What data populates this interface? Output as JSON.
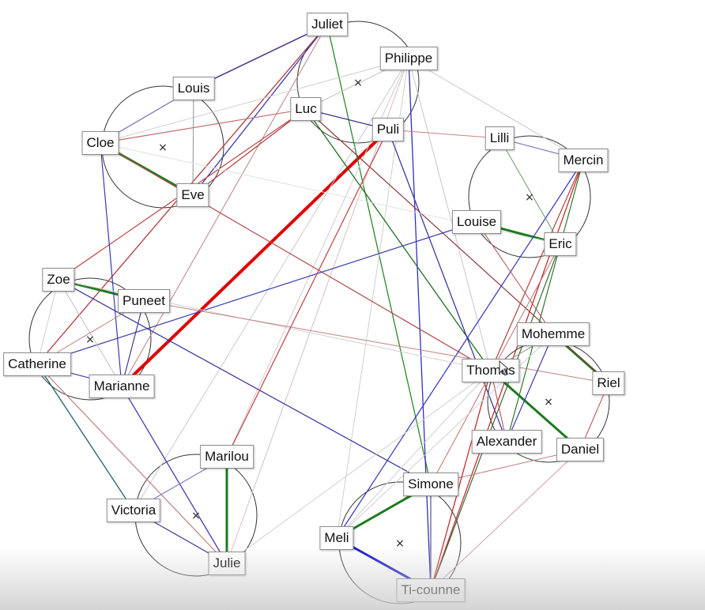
{
  "graph": {
    "nodes": [
      {
        "id": "Juliet",
        "label": "Juliet",
        "cluster": "c1"
      },
      {
        "id": "Philippe",
        "label": "Philippe",
        "cluster": "c1"
      },
      {
        "id": "Luc",
        "label": "Luc",
        "cluster": "c1"
      },
      {
        "id": "Puli",
        "label": "Puli",
        "cluster": "c1"
      },
      {
        "id": "Louis",
        "label": "Louis",
        "cluster": "c2"
      },
      {
        "id": "Cloe",
        "label": "Cloe",
        "cluster": "c2"
      },
      {
        "id": "Eve",
        "label": "Eve",
        "cluster": "c2"
      },
      {
        "id": "Lilli",
        "label": "Lilli",
        "cluster": "c3"
      },
      {
        "id": "Mercin",
        "label": "Mercin",
        "cluster": "c3"
      },
      {
        "id": "Louise",
        "label": "Louise",
        "cluster": "c3"
      },
      {
        "id": "Eric",
        "label": "Eric",
        "cluster": "c3"
      },
      {
        "id": "Zoe",
        "label": "Zoe",
        "cluster": "c4"
      },
      {
        "id": "Puneet",
        "label": "Puneet",
        "cluster": "c4"
      },
      {
        "id": "Catherine",
        "label": "Catherine",
        "cluster": "c4"
      },
      {
        "id": "Marianne",
        "label": "Marianne",
        "cluster": "c4"
      },
      {
        "id": "Mohemme",
        "label": "Mohemme",
        "cluster": "c5"
      },
      {
        "id": "Thomas",
        "label": "Thomas",
        "cluster": "c5"
      },
      {
        "id": "Riel",
        "label": "Riel",
        "cluster": "c5"
      },
      {
        "id": "Alexander",
        "label": "Alexander",
        "cluster": "c5"
      },
      {
        "id": "Daniel",
        "label": "Daniel",
        "cluster": "c5"
      },
      {
        "id": "Marilou",
        "label": "Marilou",
        "cluster": "c6"
      },
      {
        "id": "Victoria",
        "label": "Victoria",
        "cluster": "c6"
      },
      {
        "id": "Julie",
        "label": "Julie",
        "cluster": "c6"
      },
      {
        "id": "Simone",
        "label": "Simone",
        "cluster": "c7"
      },
      {
        "id": "Meli",
        "label": "Meli",
        "cluster": "c7"
      },
      {
        "id": "Ti-counne",
        "label": "Ti-counne",
        "cluster": "c7"
      }
    ],
    "clusters": [
      "c1",
      "c2",
      "c3",
      "c4",
      "c5",
      "c6",
      "c7"
    ],
    "cluster_center_marker": "×",
    "edges": [
      {
        "s": "Puli",
        "t": "Marianne",
        "color": "#e00000",
        "weight": 4
      },
      {
        "s": "Cloe",
        "t": "Eve",
        "color": "#1d7a1d",
        "weight": 3
      },
      {
        "s": "Zoe",
        "t": "Puneet",
        "color": "#1d7a1d",
        "weight": 3
      },
      {
        "s": "Louise",
        "t": "Eric",
        "color": "#1d7a1d",
        "weight": 3
      },
      {
        "s": "Marilou",
        "t": "Julie",
        "color": "#1d7a1d",
        "weight": 3
      },
      {
        "s": "Meli",
        "t": "Simone",
        "color": "#1d7a1d",
        "weight": 3
      },
      {
        "s": "Meli",
        "t": "Ti-counne",
        "color": "#1a1acc",
        "weight": 3
      },
      {
        "s": "Thomas",
        "t": "Daniel",
        "color": "#1d7a1d",
        "weight": 3
      },
      {
        "s": "Mohemme",
        "t": "Riel",
        "color": "#1d7a1d",
        "weight": 3
      },
      {
        "s": "Louis",
        "t": "Juliet",
        "color": "#4b2a8c",
        "weight": 1.5
      },
      {
        "s": "Juliet",
        "t": "Eve",
        "color": "#3a3ab0",
        "weight": 1.3
      },
      {
        "s": "Juliet",
        "t": "Catherine",
        "color": "#b03a3a",
        "weight": 1.3
      },
      {
        "s": "Juliet",
        "t": "Simone",
        "color": "#2a8a2a",
        "weight": 1.3
      },
      {
        "s": "Juliet",
        "t": "Marianne",
        "color": "#c08080",
        "weight": 1
      },
      {
        "s": "Philippe",
        "t": "Cloe",
        "color": "#d0d0d0",
        "weight": 1
      },
      {
        "s": "Philippe",
        "t": "Luc",
        "color": "#c0c0c0",
        "weight": 1
      },
      {
        "s": "Philippe",
        "t": "Ti-counne",
        "color": "#3030c0",
        "weight": 1.3
      },
      {
        "s": "Philippe",
        "t": "Victoria",
        "color": "#c8c8d8",
        "weight": 1
      },
      {
        "s": "Philippe",
        "t": "Julie",
        "color": "#d8c0c0",
        "weight": 1
      },
      {
        "s": "Philippe",
        "t": "Thomas",
        "color": "#c8c8c8",
        "weight": 1
      },
      {
        "s": "Philippe",
        "t": "Mercin",
        "color": "#c8c8c8",
        "weight": 1
      },
      {
        "s": "Philippe",
        "t": "Meli",
        "color": "#d0d0d0",
        "weight": 1
      },
      {
        "s": "Philippe",
        "t": "Marilou",
        "color": "#d8c8c8",
        "weight": 1
      },
      {
        "s": "Luc",
        "t": "Puli",
        "color": "#3a3a90",
        "weight": 1.3
      },
      {
        "s": "Luc",
        "t": "Cloe",
        "color": "#c07070",
        "weight": 1.2
      },
      {
        "s": "Luc",
        "t": "Zoe",
        "color": "#c04040",
        "weight": 1.2
      },
      {
        "s": "Luc",
        "t": "Thomas",
        "color": "#1f6f1f",
        "weight": 1.3
      },
      {
        "s": "Luc",
        "t": "Riel",
        "color": "#8c3a3a",
        "weight": 1.2
      },
      {
        "s": "Luc",
        "t": "Eve",
        "color": "#b04040",
        "weight": 1.2
      },
      {
        "s": "Puli",
        "t": "Alexander",
        "color": "#3a3aa0",
        "weight": 1.3
      },
      {
        "s": "Puli",
        "t": "Lilli",
        "color": "#d08080",
        "weight": 1
      },
      {
        "s": "Louis",
        "t": "Cloe",
        "color": "#7070c0",
        "weight": 1.2
      },
      {
        "s": "Louis",
        "t": "Eve",
        "color": "#909090",
        "weight": 1
      },
      {
        "s": "Cloe",
        "t": "Marianne",
        "color": "#3a3ab0",
        "weight": 1.2
      },
      {
        "s": "Cloe",
        "t": "Thomas",
        "color": "#b04a4a",
        "weight": 1.2
      },
      {
        "s": "Cloe",
        "t": "Eric",
        "color": "#e0e0e0",
        "weight": 1
      },
      {
        "s": "Mercin",
        "t": "Lilli",
        "color": "#8080c0",
        "weight": 1.2
      },
      {
        "s": "Mercin",
        "t": "Alexander",
        "color": "#2a7a2a",
        "weight": 1.2
      },
      {
        "s": "Mercin",
        "t": "Thomas",
        "color": "#b04040",
        "weight": 1.2
      },
      {
        "s": "Mercin",
        "t": "Ti-counne",
        "color": "#c03030",
        "weight": 1.3
      },
      {
        "s": "Mercin",
        "t": "Meli",
        "color": "#3030c0",
        "weight": 1.2
      },
      {
        "s": "Lilli",
        "t": "Eric",
        "color": "#6a9a6a",
        "weight": 1
      },
      {
        "s": "Louise",
        "t": "Catherine",
        "color": "#3a3ab0",
        "weight": 1.2
      },
      {
        "s": "Louise",
        "t": "Mohemme",
        "color": "#b05050",
        "weight": 1
      },
      {
        "s": "Eric",
        "t": "Ti-counne",
        "color": "#3a6a3a",
        "weight": 1.2
      },
      {
        "s": "Eric",
        "t": "Simone",
        "color": "#c07070",
        "weight": 1
      },
      {
        "s": "Zoe",
        "t": "Thomas",
        "color": "#d0d0d0",
        "weight": 1
      },
      {
        "s": "Zoe",
        "t": "Marianne",
        "color": "#c0c0c0",
        "weight": 1
      },
      {
        "s": "Zoe",
        "t": "Simone",
        "color": "#3030a0",
        "weight": 1.2
      },
      {
        "s": "Zoe",
        "t": "Catherine",
        "color": "#d0d0d0",
        "weight": 1
      },
      {
        "s": "Puneet",
        "t": "Marianne",
        "color": "#3a3a90",
        "weight": 1.2
      },
      {
        "s": "Puneet",
        "t": "Catherine",
        "color": "#c08080",
        "weight": 1
      },
      {
        "s": "Puneet",
        "t": "Riel",
        "color": "#c08080",
        "weight": 1
      },
      {
        "s": "Catherine",
        "t": "Victoria",
        "color": "#1f5f6f",
        "weight": 1.3
      },
      {
        "s": "Catherine",
        "t": "Julie",
        "color": "#c08080",
        "weight": 1.2
      },
      {
        "s": "Catherine",
        "t": "Marianne",
        "color": "#4a4ab0",
        "weight": 1.2
      },
      {
        "s": "Marianne",
        "t": "Julie",
        "color": "#4a3ab0",
        "weight": 1.3
      },
      {
        "s": "Marilou",
        "t": "Puli",
        "color": "#c04040",
        "weight": 1.2
      },
      {
        "s": "Marilou",
        "t": "Victoria",
        "color": "#8080c0",
        "weight": 1.2
      },
      {
        "s": "Victoria",
        "t": "Julie",
        "color": "#3a3a90",
        "weight": 1.2
      },
      {
        "s": "Julie",
        "t": "Thomas",
        "color": "#d0d0d0",
        "weight": 1
      },
      {
        "s": "Meli",
        "t": "Thomas",
        "color": "#d0d0d0",
        "weight": 1
      },
      {
        "s": "Simone",
        "t": "Ti-counne",
        "color": "#505080",
        "weight": 1.2
      },
      {
        "s": "Simone",
        "t": "Daniel",
        "color": "#c08080",
        "weight": 1
      },
      {
        "s": "Ti-counne",
        "t": "Thomas",
        "color": "#c03030",
        "weight": 1.3
      },
      {
        "s": "Ti-counne",
        "t": "Daniel",
        "color": "#d0a0a0",
        "weight": 1
      },
      {
        "s": "Thomas",
        "t": "Alexander",
        "color": "#b04040",
        "weight": 1
      },
      {
        "s": "Thomas",
        "t": "Mohemme",
        "color": "#909090",
        "weight": 1
      },
      {
        "s": "Alexander",
        "t": "Mohemme",
        "color": "#3a3ab0",
        "weight": 1.2
      },
      {
        "s": "Daniel",
        "t": "Riel",
        "color": "#b05050",
        "weight": 1
      },
      {
        "s": "Mohemme",
        "t": "Meli",
        "color": "#d0d0d0",
        "weight": 1
      }
    ]
  }
}
